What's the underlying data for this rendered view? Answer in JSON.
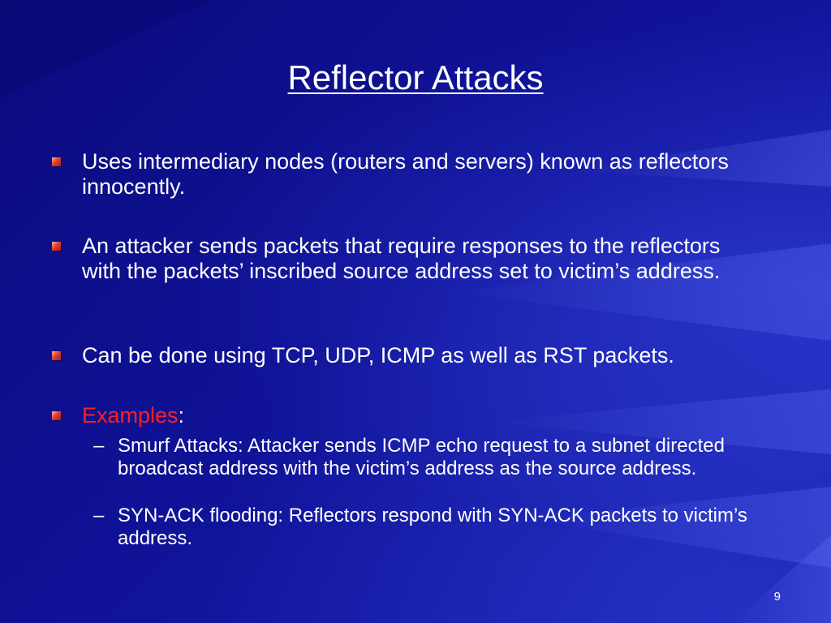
{
  "slide": {
    "title": "Reflector Attacks",
    "bullets": [
      {
        "text": "Uses intermediary nodes (routers and servers) known as reflectors innocently."
      },
      {
        "text": "An attacker sends packets that require responses to the reflectors with the packets’ inscribed source address set to victim’s address."
      },
      {
        "text": "Can be done using TCP, UDP, ICMP as well as RST packets."
      },
      {
        "label": "Examples",
        "suffix": ":"
      }
    ],
    "sub_bullets": [
      {
        "marker": "–",
        "text": "Smurf Attacks: Attacker sends ICMP echo request to a subnet directed broadcast address with the victim’s address as the source address."
      },
      {
        "marker": "–",
        "text": "SYN-ACK flooding: Reflectors respond with SYN-ACK packets to victim’s address."
      }
    ],
    "page_number": "9"
  },
  "colors": {
    "background": "#0f1296",
    "text": "#ffffff",
    "accent_red": "#ff2020",
    "bullet_square": "#e04030"
  },
  "icons": {
    "bullet": "square-bullet-icon"
  }
}
